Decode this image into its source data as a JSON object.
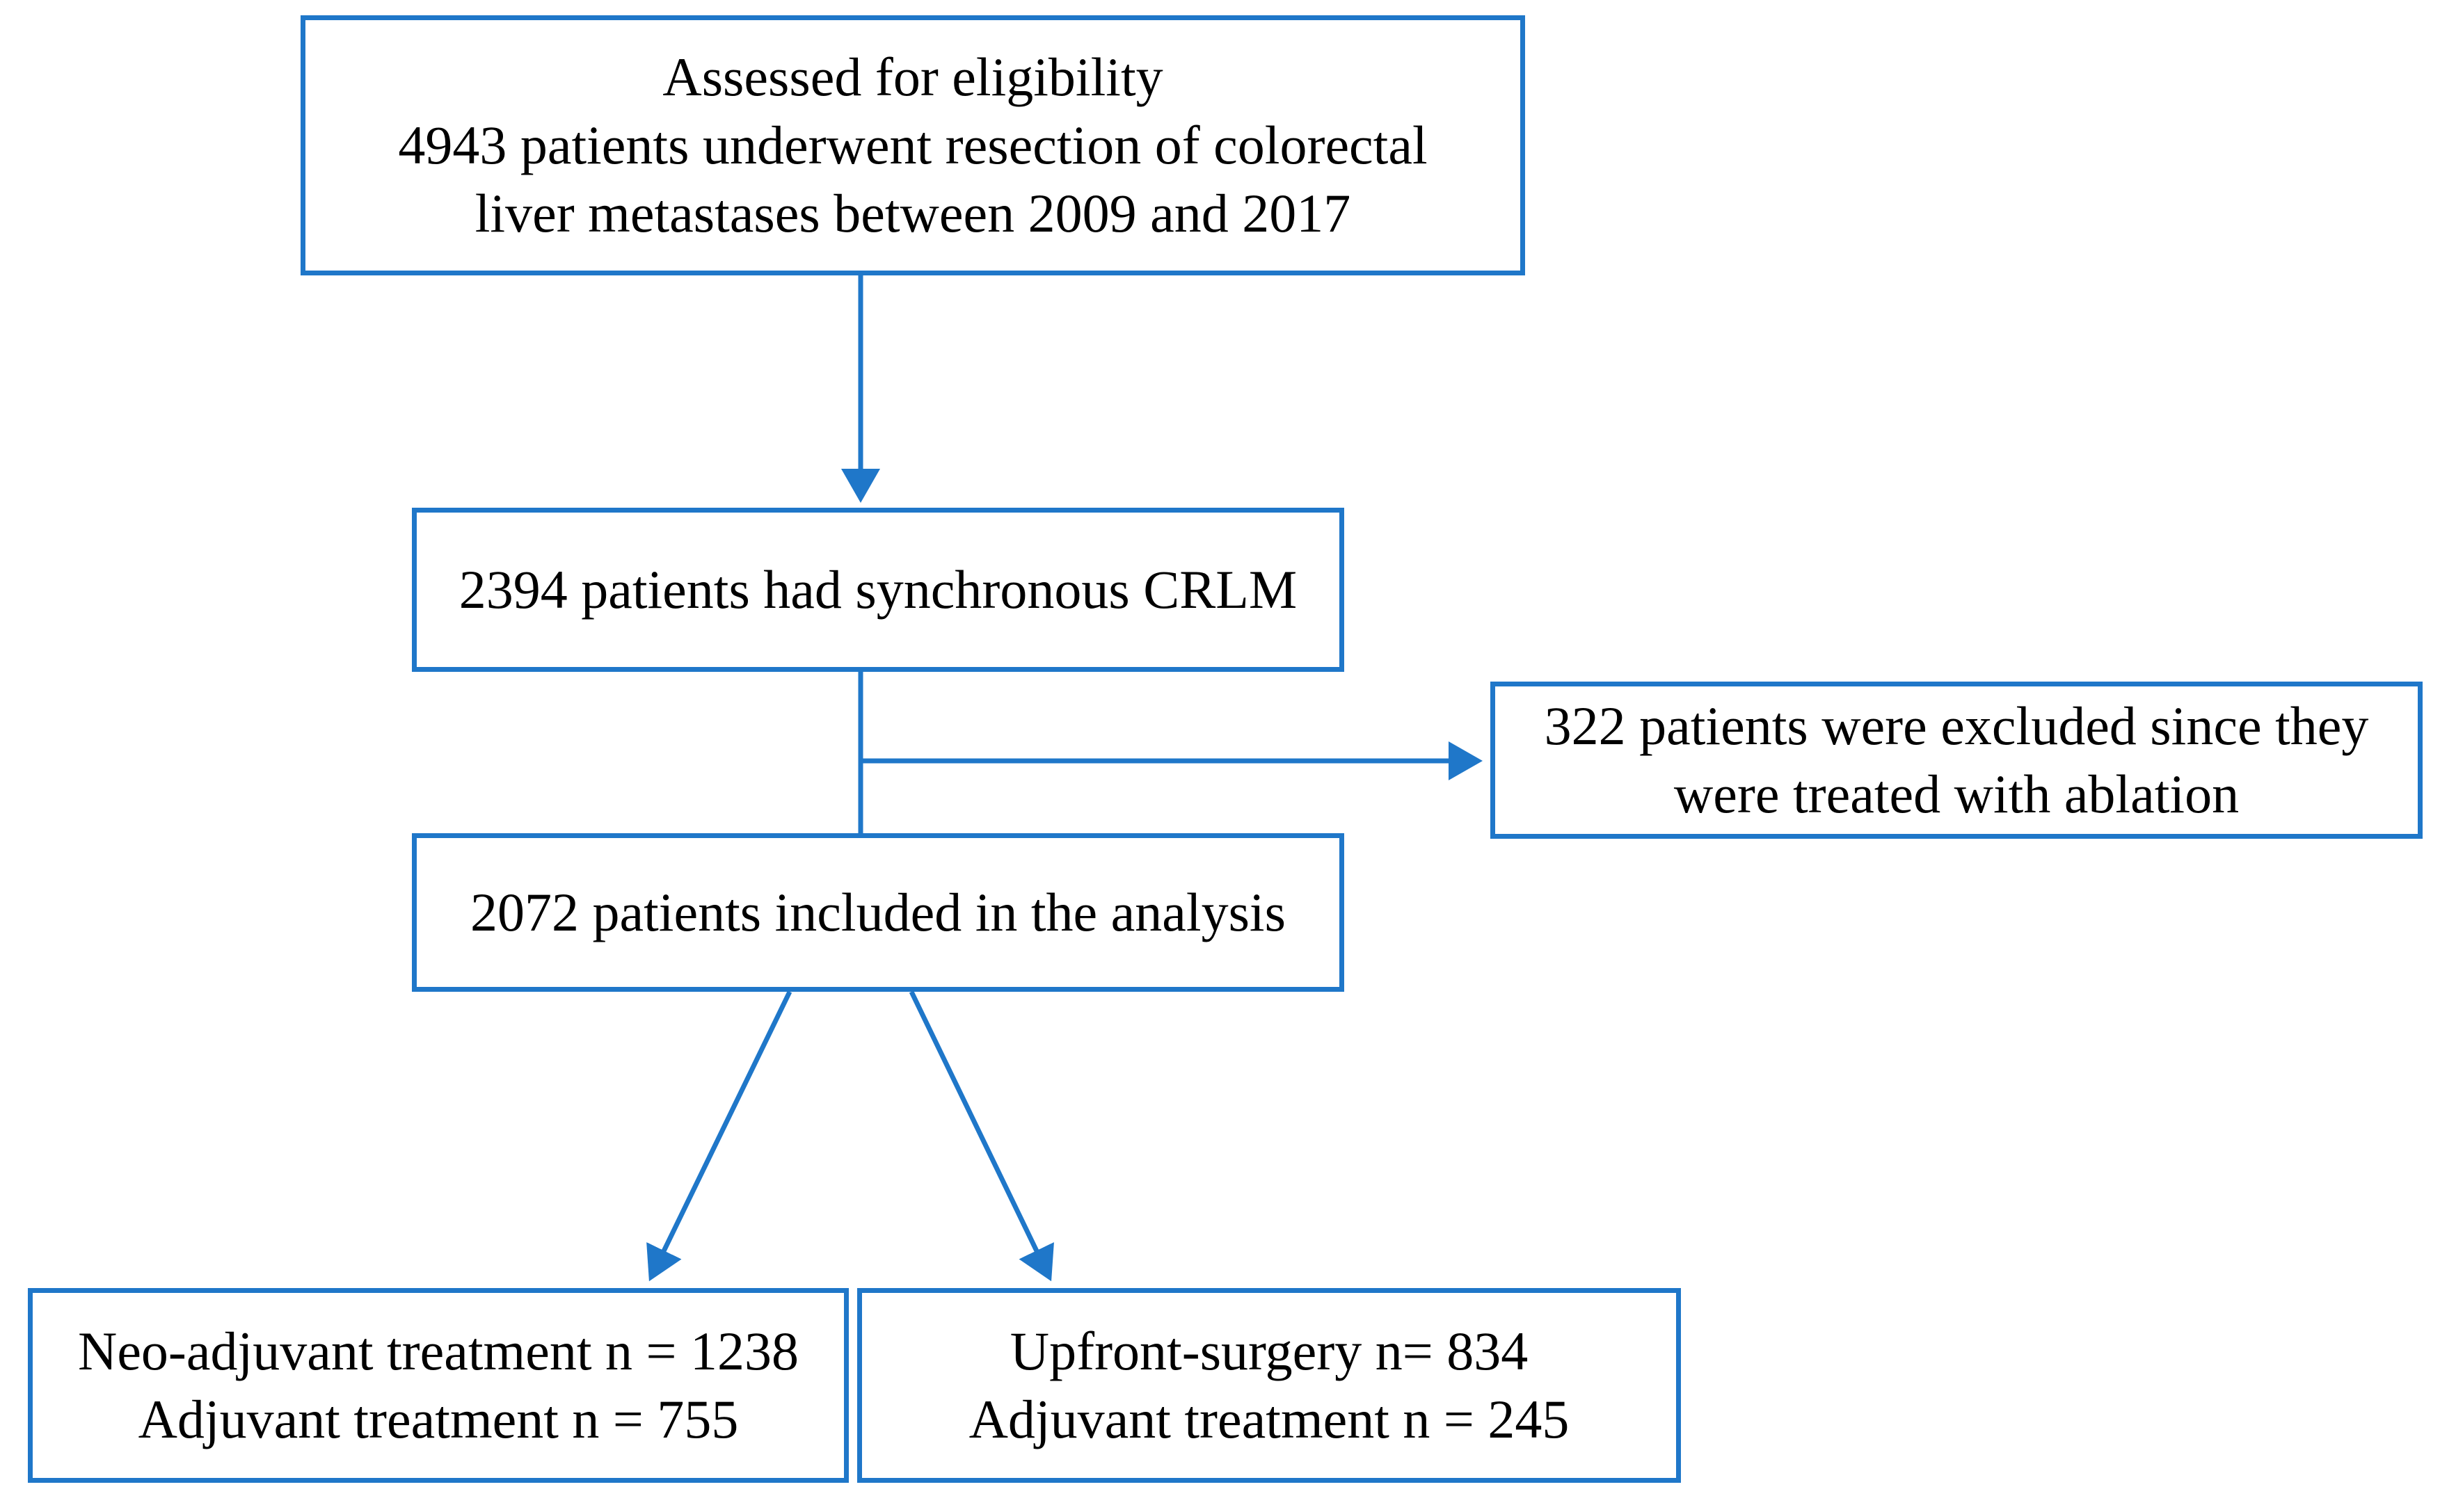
{
  "flowchart": {
    "boxes": {
      "assessed": {
        "lines": [
          "Assessed for eligibility",
          "4943 patients underwent resection of colorectal",
          "liver metastases between 2009 and 2017"
        ]
      },
      "synchronous": {
        "lines": [
          "2394 patients had synchronous CRLM"
        ]
      },
      "excluded": {
        "lines": [
          "322 patients were excluded since they",
          "were treated with ablation"
        ]
      },
      "included": {
        "lines": [
          "2072 patients included in the analysis"
        ]
      },
      "neoadjuvant": {
        "lines": [
          "Neo-adjuvant treatment n = 1238",
          "Adjuvant treatment n = 755"
        ]
      },
      "upfront": {
        "lines": [
          "Upfront-surgery n= 834",
          "Adjuvant treatment n = 245"
        ]
      }
    },
    "colors": {
      "border": "#1f77c9",
      "arrow": "#1f77c9",
      "text": "#000000",
      "background": "#ffffff"
    }
  }
}
